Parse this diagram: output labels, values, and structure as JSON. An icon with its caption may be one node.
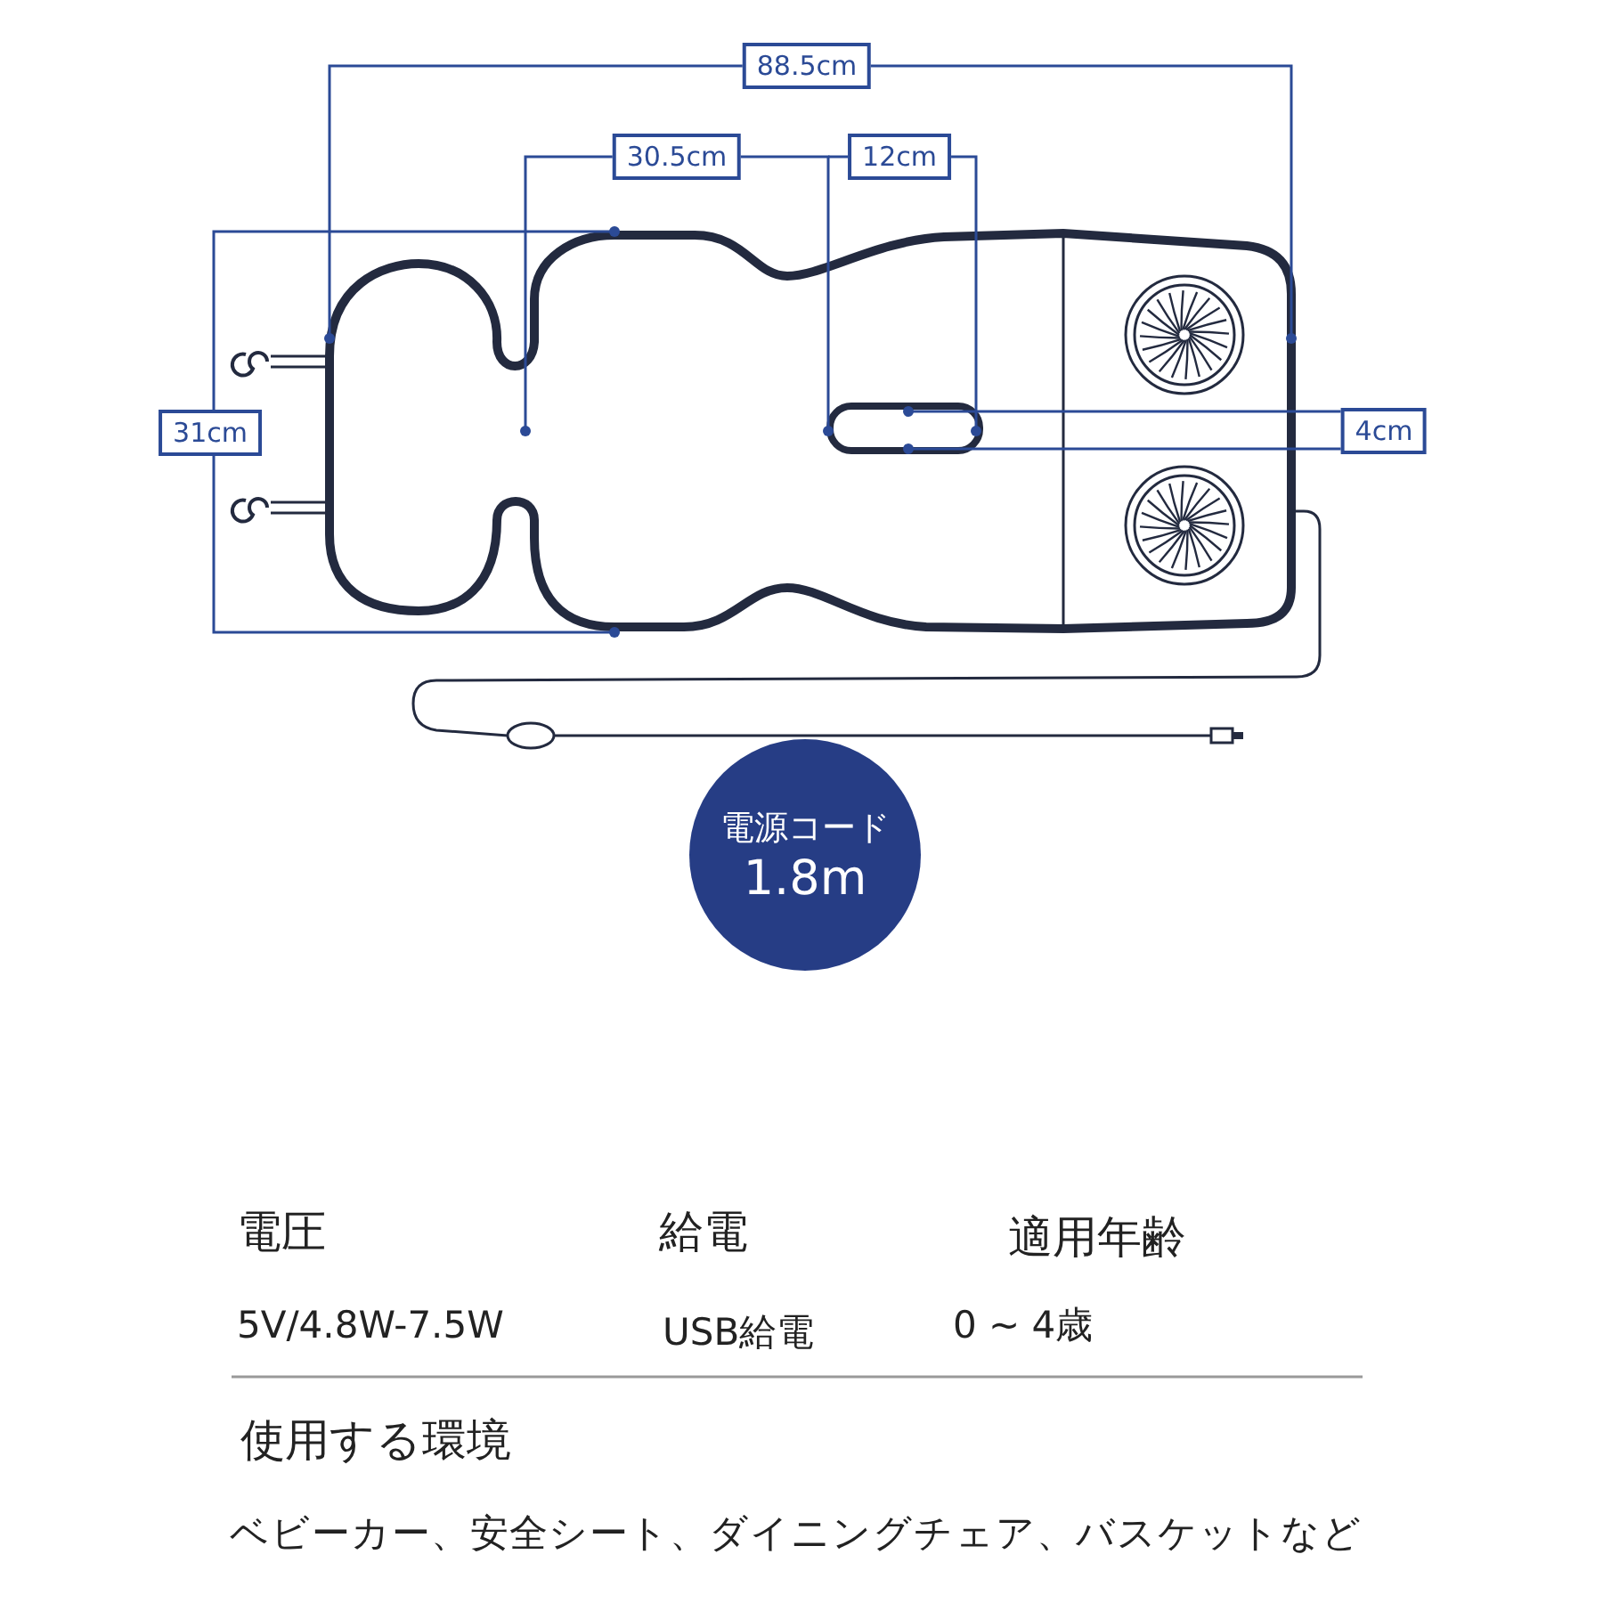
{
  "diagram": {
    "nodes": [
      {
        "text": [
          "電源コード",
          "1.8m"
        ]
      }
    ],
    "labels": [
      "88.5cm",
      "30.5cm",
      "12cm",
      "31cm",
      "4cm",
      "電圧",
      "給電",
      "適用年齢",
      "5V/4.8W-7.5W",
      "USB給電",
      "0 ~ 4歳",
      "使用する環境",
      "ベビーカー、安全シート、ダイニングチェア、バスケットなど"
    ]
  }
}
